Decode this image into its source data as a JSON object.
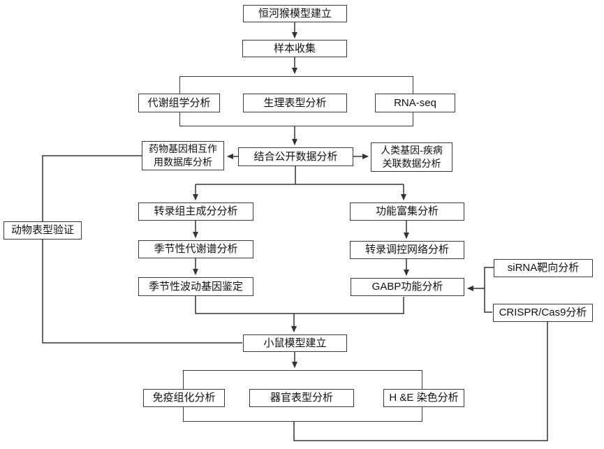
{
  "diagram": {
    "type": "flowchart",
    "nodes": {
      "monkey_model": {
        "label": "恒河猴模型建立"
      },
      "sample_collection": {
        "label": "样本收集"
      },
      "metabolomics": {
        "label": "代谢组学分析"
      },
      "physiological_phenotype": {
        "label": "生理表型分析"
      },
      "rna_seq": {
        "label": "RNA-seq"
      },
      "drug_gene_db": {
        "label": "药物基因相互作用数据库分析",
        "lines": [
          "药物基因相互作",
          "用数据库分析"
        ]
      },
      "public_data": {
        "label": "结合公开数据分析"
      },
      "human_gene_disease": {
        "label": "人类基因-疾病关联数据分析",
        "lines": [
          "人类基因-疾病",
          "关联数据分析"
        ]
      },
      "pca": {
        "label": "转录组主成分分析"
      },
      "functional_enrichment": {
        "label": "功能富集分析"
      },
      "seasonal_metabolic": {
        "label": "季节性代谢谱分析"
      },
      "transcription_network": {
        "label": "转录调控网络分析"
      },
      "seasonal_gene": {
        "label": "季节性波动基因鉴定"
      },
      "gabp": {
        "label": "GABP功能分析"
      },
      "sirna": {
        "label": "siRNA靶向分析"
      },
      "crispr": {
        "label": "CRISPR/Cas9分析"
      },
      "animal_phenotype": {
        "label": "动物表型验证"
      },
      "mouse_model": {
        "label": "小鼠模型建立"
      },
      "immunohistochemistry": {
        "label": "免疫组化分析"
      },
      "organ_phenotype": {
        "label": "器官表型分析"
      },
      "he_staining": {
        "label": "H &E 染色分析"
      }
    },
    "colors": {
      "line": "#333333",
      "text": "#111111",
      "background": "#ffffff"
    }
  }
}
